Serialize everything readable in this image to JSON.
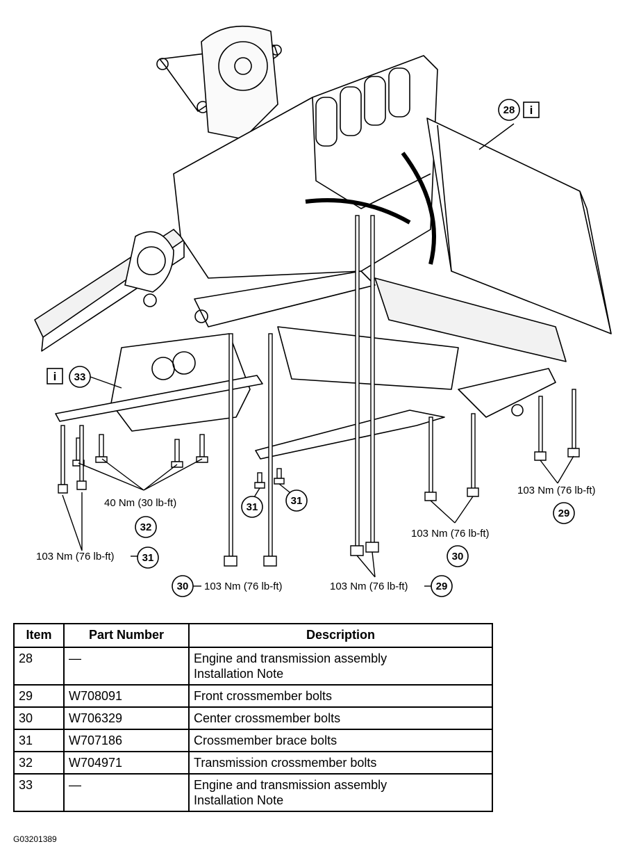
{
  "callouts": {
    "c28": "28",
    "c29_right": "29",
    "c29_bottom": "29",
    "c30_right": "30",
    "c30_bottom": "30",
    "c31_a": "31",
    "c31_b": "31",
    "c31_left": "31",
    "c32": "32",
    "c33": "33",
    "info_symbol": "i"
  },
  "torque_labels": {
    "t29_right": "103 Nm (76 lb-ft)",
    "t30_right": "103 Nm (76 lb-ft)",
    "t32": "40 Nm (30 lb-ft)",
    "t31_left": "103 Nm (76 lb-ft)",
    "t30_bottom": "103 Nm (76 lb-ft)",
    "t29_bottom": "103 Nm (76 lb-ft)"
  },
  "parts_table": {
    "headers": {
      "item": "Item",
      "part": "Part Number",
      "desc": "Description"
    },
    "rows": [
      {
        "item": "28",
        "part": "—",
        "desc": "Engine and transmission assembly\nInstallation Note"
      },
      {
        "item": "29",
        "part": "W708091",
        "desc": "Front crossmember bolts"
      },
      {
        "item": "30",
        "part": "W706329",
        "desc": "Center crossmember bolts"
      },
      {
        "item": "31",
        "part": "W707186",
        "desc": "Crossmember brace bolts"
      },
      {
        "item": "32",
        "part": "W704971",
        "desc": "Transmission crossmember bolts"
      },
      {
        "item": "33",
        "part": "—",
        "desc": "Engine and transmission assembly\nInstallation Note"
      }
    ]
  },
  "figure_code": "G03201389"
}
